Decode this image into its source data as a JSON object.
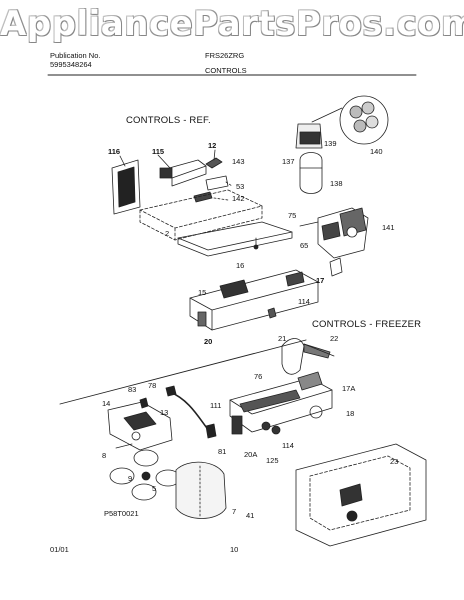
{
  "watermark": "AppliancePartsPros.com",
  "header": {
    "publication_label": "Publication No.",
    "publication_number": "5995348264",
    "model": "FRS26ZRG",
    "section": "CONTROLS"
  },
  "sections": {
    "ref": "CONTROLS - REF.",
    "freezer": "CONTROLS - FREEZER"
  },
  "callouts": {
    "c116": "116",
    "c115": "115",
    "c12": "12",
    "c143": "143",
    "c53": "53",
    "c142": "142",
    "c139": "139",
    "c140": "140",
    "c137": "137",
    "c138": "138",
    "c75": "75",
    "c141": "141",
    "c2": "2",
    "c65": "65",
    "c16": "16",
    "c17": "17",
    "c15": "15",
    "c114a": "114",
    "c20": "20",
    "c21": "21",
    "c22": "22",
    "c76": "76",
    "c17a": "17A",
    "c18": "18",
    "c83": "83",
    "c78": "78",
    "c14": "14",
    "c13": "13",
    "c111": "111",
    "c114b": "114",
    "c81": "81",
    "c20a": "20A",
    "c125": "125",
    "c8": "8",
    "c9": "9",
    "c5": "5",
    "c23": "23",
    "c7": "7",
    "c41": "41"
  },
  "drawing_id": "P58T0021",
  "footer": {
    "date": "01/01",
    "page": "10"
  }
}
